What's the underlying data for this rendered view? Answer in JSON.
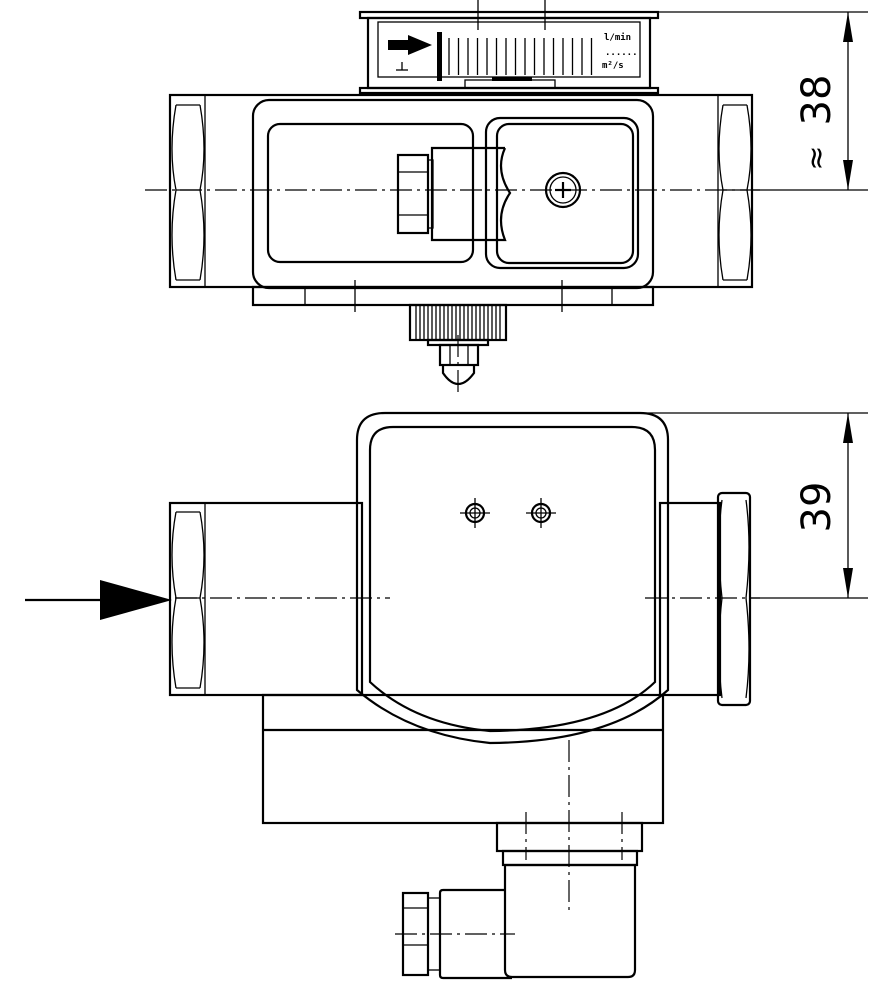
{
  "drawing": {
    "gauge": {
      "unit_flow": "l/min",
      "unit_volume": "m²/s",
      "dots": "......"
    },
    "dimensions": {
      "top_height": "38",
      "top_approx_symbol": "≈",
      "bottom_height": "39"
    },
    "flow_direction": "left-to-right"
  }
}
